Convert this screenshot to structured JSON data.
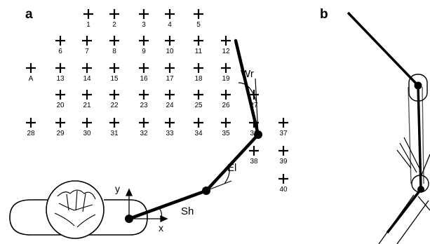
{
  "panels": [
    "a",
    "b"
  ],
  "targets": [
    {
      "label": "1"
    },
    {
      "label": "2"
    },
    {
      "label": "3"
    },
    {
      "label": "4"
    },
    {
      "label": "5"
    },
    {
      "label": "6"
    },
    {
      "label": "7"
    },
    {
      "label": "8"
    },
    {
      "label": "9"
    },
    {
      "label": "10"
    },
    {
      "label": "11"
    },
    {
      "label": "12"
    },
    {
      "label": "A"
    },
    {
      "label": "13"
    },
    {
      "label": "14"
    },
    {
      "label": "15"
    },
    {
      "label": "16"
    },
    {
      "label": "17"
    },
    {
      "label": "18"
    },
    {
      "label": "19"
    },
    {
      "label": "20"
    },
    {
      "label": "21"
    },
    {
      "label": "22"
    },
    {
      "label": "23"
    },
    {
      "label": "24"
    },
    {
      "label": "25"
    },
    {
      "label": "26"
    },
    {
      "label": "27"
    },
    {
      "label": "28"
    },
    {
      "label": "29"
    },
    {
      "label": "30"
    },
    {
      "label": "31"
    },
    {
      "label": "32"
    },
    {
      "label": "33"
    },
    {
      "label": "34"
    },
    {
      "label": "35"
    },
    {
      "label": "36"
    },
    {
      "label": "37"
    },
    {
      "label": "38"
    },
    {
      "label": "39"
    },
    {
      "label": "40"
    }
  ],
  "angle_labels": {
    "wrist": "Wr",
    "elbow": "El",
    "shoulder": "Sh"
  },
  "axis_labels": {
    "x": "x",
    "y": "y"
  }
}
